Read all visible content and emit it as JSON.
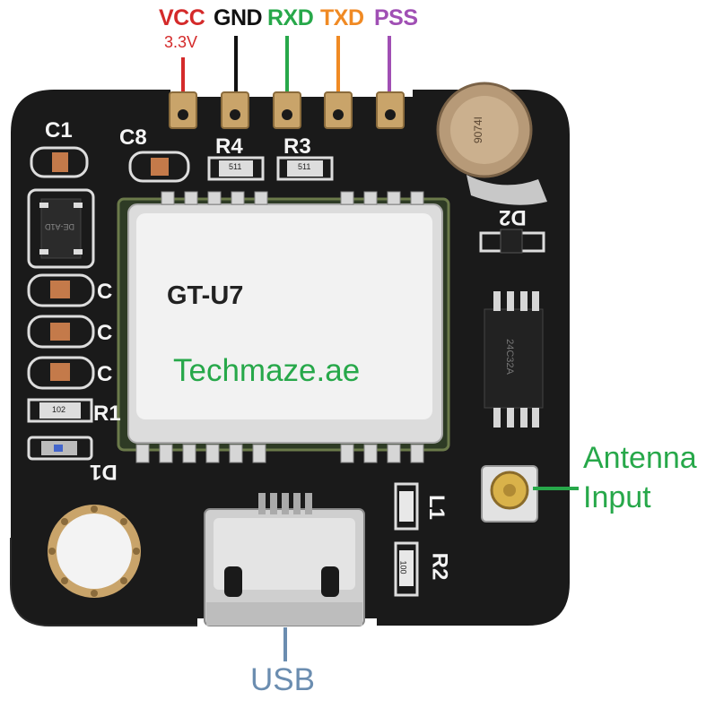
{
  "colors": {
    "vcc": "#d42a2a",
    "gnd": "#111111",
    "rxd": "#27a84a",
    "txd": "#f08a24",
    "pss": "#a04fb4",
    "brand": "#27a84a",
    "antenna": "#27a84a",
    "usb": "#6b8db0",
    "board": "#1a1a1a",
    "shield": "#d9d9d9"
  },
  "pins": [
    {
      "label": "VCC",
      "color_key": "vcc"
    },
    {
      "label": "GND",
      "color_key": "gnd"
    },
    {
      "label": "RXD",
      "color_key": "rxd"
    },
    {
      "label": "TXD",
      "color_key": "txd"
    },
    {
      "label": "PSS",
      "color_key": "pss"
    }
  ],
  "vcc_voltage": "3.3V",
  "module_label": "GT-U7",
  "brand_text": "Techmaze.ae",
  "antenna_label": {
    "line1": "Antenna",
    "line2": "Input"
  },
  "usb_label": "USB",
  "silkscreen": {
    "c1": "C1",
    "c8": "C8",
    "r4": "R4",
    "r3": "R3",
    "d2": "D2",
    "c_a": "C",
    "c_b": "C",
    "c_c": "C",
    "r1": "R1",
    "d1": "D1",
    "l1": "L1",
    "r2": "R2"
  },
  "component_marks": {
    "r4": "511",
    "r3": "511",
    "r1": "102",
    "r2": "100",
    "ic_left": "DE-A1D",
    "ic_right": "24C32A",
    "buzzer": "9074I"
  }
}
